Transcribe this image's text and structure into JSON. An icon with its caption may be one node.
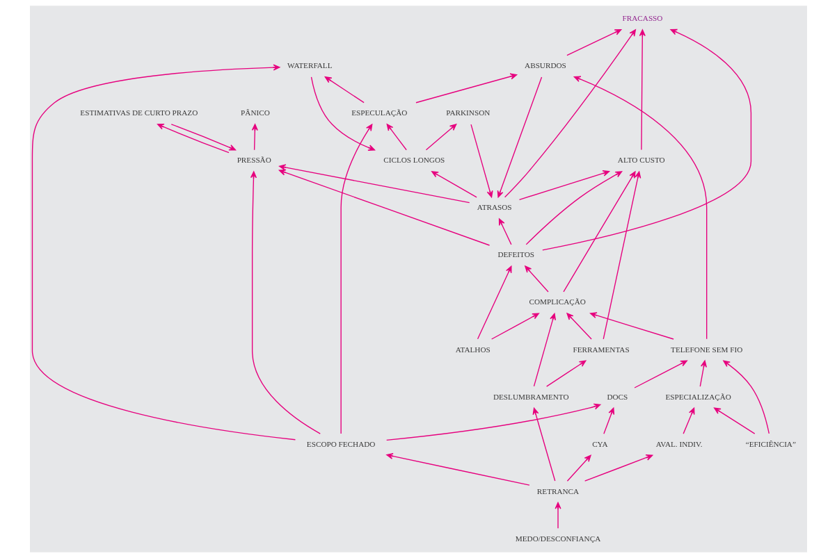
{
  "diagram": {
    "nodes": [
      {
        "text": [
          "FRACASSO"
        ]
      },
      {
        "text": [
          "ALTO CUSTO"
        ]
      },
      {
        "text": [
          "ABSURDOS"
        ]
      },
      {
        "text": [
          "ATRASOS"
        ]
      },
      {
        "text": [
          "DEFEITOS"
        ]
      },
      {
        "text": [
          "COMPLICAÇÃO"
        ]
      },
      {
        "text": [
          "PARKINSON"
        ]
      },
      {
        "text": [
          "PRESSÃO"
        ]
      },
      {
        "text": [
          "ATALHOS"
        ]
      },
      {
        "text": [
          "FERRAMENTAS"
        ]
      },
      {
        "text": [
          "PÂNICO"
        ]
      },
      {
        "text": [
          "DESLUMBRAMENTO"
        ]
      },
      {
        "text": [
          "CICLOS LONGOS"
        ]
      },
      {
        "text": [
          "CYA"
        ]
      },
      {
        "text": [
          "TELEFONE SEM FIO"
        ]
      },
      {
        "text": [
          "ESPECULAÇÃO"
        ]
      },
      {
        "text": [
          "ESTIMATIVAS DE CURTO PRAZO"
        ]
      },
      {
        "text": [
          "ESPECIALIZAÇÃO"
        ]
      },
      {
        "text": [
          "WATERFALL"
        ]
      },
      {
        "text": [
          "AVAL. INDIV."
        ]
      },
      {
        "text": [
          "“EFICIÊNCIA”"
        ]
      },
      {
        "text": [
          "DOCS"
        ]
      },
      {
        "text": [
          "ESCOPO FECHADO"
        ]
      },
      {
        "text": [
          "RETRANCA"
        ]
      },
      {
        "text": [
          "MEDO/DESCONFIANÇA"
        ]
      }
    ],
    "edges": [
      {
        "from": 2,
        "to": 0,
        "arrow": "to"
      },
      {
        "from": 3,
        "to": 0,
        "arrow": "to"
      },
      {
        "from": 4,
        "to": 0,
        "arrow": "to"
      },
      {
        "from": 1,
        "to": 0,
        "arrow": "to"
      },
      {
        "from": 2,
        "to": 3,
        "arrow": "to"
      },
      {
        "from": 4,
        "to": 3,
        "arrow": "to"
      },
      {
        "from": 3,
        "to": 1,
        "arrow": "to"
      },
      {
        "from": 4,
        "to": 1,
        "arrow": "to"
      },
      {
        "from": 4,
        "to": 7,
        "arrow": "to"
      },
      {
        "from": 3,
        "to": 7,
        "arrow": "to"
      },
      {
        "from": 3,
        "to": 12,
        "arrow": "to"
      },
      {
        "from": 6,
        "to": 3,
        "arrow": "to"
      },
      {
        "from": 5,
        "to": 4,
        "arrow": "to"
      },
      {
        "from": 5,
        "to": 1,
        "arrow": "to"
      },
      {
        "from": 9,
        "to": 1,
        "arrow": "to"
      },
      {
        "from": 9,
        "to": 5,
        "arrow": "to"
      },
      {
        "from": 8,
        "to": 4,
        "arrow": "to"
      },
      {
        "from": 8,
        "to": 5,
        "arrow": "to"
      },
      {
        "from": 11,
        "to": 5,
        "arrow": "to"
      },
      {
        "from": 11,
        "to": 9,
        "arrow": "to"
      },
      {
        "from": 7,
        "to": 10,
        "arrow": "to"
      },
      {
        "from": 16,
        "to": 7,
        "arrow": "to"
      },
      {
        "from": 7,
        "to": 16,
        "arrow": "to"
      },
      {
        "from": 14,
        "to": 2,
        "arrow": "to"
      },
      {
        "from": 14,
        "to": 5,
        "arrow": "to"
      },
      {
        "from": 15,
        "to": 2,
        "arrow": "to"
      },
      {
        "from": 12,
        "to": 6,
        "arrow": "to"
      },
      {
        "from": 12,
        "to": 15,
        "arrow": "to"
      },
      {
        "from": 18,
        "to": 12,
        "arrow": "to"
      },
      {
        "from": 15,
        "to": 18,
        "arrow": "to"
      },
      {
        "from": 13,
        "to": 21,
        "arrow": "to"
      },
      {
        "from": 21,
        "to": 14,
        "arrow": "to"
      },
      {
        "from": 22,
        "to": 18,
        "arrow": "to"
      },
      {
        "from": 22,
        "to": 15,
        "arrow": "to"
      },
      {
        "from": 22,
        "to": 7,
        "arrow": "to"
      },
      {
        "from": 22,
        "to": 21,
        "arrow": "to"
      },
      {
        "from": 23,
        "to": 22,
        "arrow": "to"
      },
      {
        "from": 23,
        "to": 13,
        "arrow": "to"
      },
      {
        "from": 23,
        "to": 19,
        "arrow": "to"
      },
      {
        "from": 23,
        "to": 11,
        "arrow": "to"
      },
      {
        "from": 24,
        "to": 23,
        "arrow": "to"
      },
      {
        "from": 17,
        "to": 14,
        "arrow": "to"
      },
      {
        "from": 19,
        "to": 17,
        "arrow": "to"
      },
      {
        "from": 20,
        "to": 17,
        "arrow": "to"
      },
      {
        "from": 20,
        "to": 14,
        "arrow": "to"
      }
    ]
  }
}
